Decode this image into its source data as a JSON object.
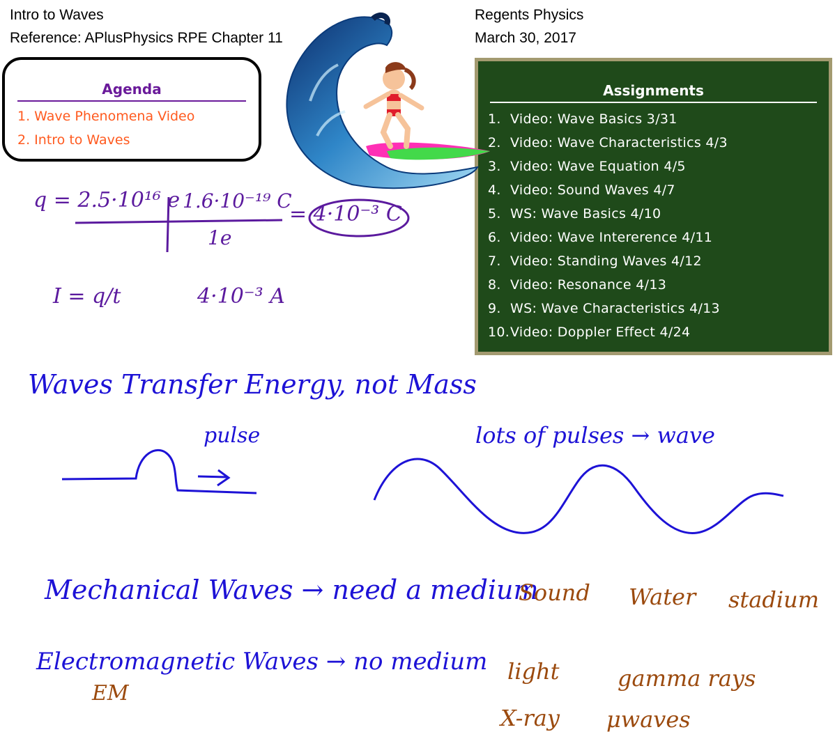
{
  "header": {
    "lesson_title": "Intro to Waves",
    "reference": "Reference: APlusPhysics RPE Chapter 11",
    "course": "Regents Physics",
    "date": "March 30, 2017"
  },
  "agenda": {
    "title": "Agenda",
    "items": [
      "1.  Wave Phenomena Video",
      "2.  Intro to Waves"
    ]
  },
  "assignments": {
    "title": "Assignments",
    "items": [
      {
        "num": "1.",
        "text": "Video: Wave Basics 3/31"
      },
      {
        "num": "2.",
        "text": "Video: Wave Characteristics 4/3"
      },
      {
        "num": "3.",
        "text": "Video: Wave Equation 4/5"
      },
      {
        "num": "4.",
        "text": "Video: Sound Waves 4/7"
      },
      {
        "num": "5.",
        "text": "WS: Wave Basics 4/10"
      },
      {
        "num": "6.",
        "text": "Video: Wave Intererence 4/11"
      },
      {
        "num": "7.",
        "text": "Video: Standing Waves 4/12"
      },
      {
        "num": "8.",
        "text": "Video: Resonance 4/13"
      },
      {
        "num": "9.",
        "text": "WS: Wave Characteristics 4/13"
      },
      {
        "num": "10.",
        "text": "Video: Doppler Effect 4/24"
      }
    ]
  },
  "notes": {
    "charge_eq_left": "q = 2.5·10¹⁶ e",
    "charge_eq_num": "1.6·10⁻¹⁹ C",
    "charge_eq_den": "1e",
    "charge_eq_result": "= 4·10⁻³ C",
    "current_formula": "I = q/t",
    "current_value": "4·10⁻³ A",
    "main_idea": "Waves Transfer Energy, not Mass",
    "pulse_label": "pulse",
    "wave_label": "lots of pulses → wave",
    "mechanical": "Mechanical Waves → need a medium",
    "electromagnetic": "Electromagnetic Waves → no medium",
    "em_abbrev": "EM",
    "mech_examples": [
      "Sound",
      "Water",
      "stadium"
    ],
    "em_examples": [
      "light",
      "gamma rays",
      "X-ray",
      "μwaves"
    ]
  },
  "colors": {
    "blue_ink": "#1d12d6",
    "purple_ink": "#5b1a9e",
    "brown_ink": "#9b4a0e",
    "agenda_item": "#ff5a1f",
    "chalkboard": "#1f4a1a"
  },
  "image": {
    "icon": "surfer-on-wave-illustration"
  }
}
